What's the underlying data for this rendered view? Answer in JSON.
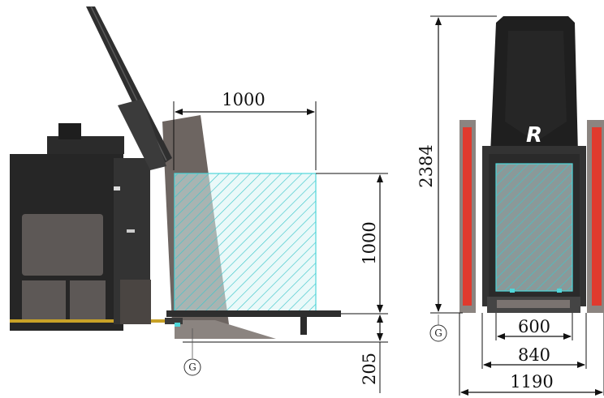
{
  "side_view": {
    "dim_width": "1000",
    "dim_height": "1000",
    "dim_base": "205",
    "ground_marker": "G"
  },
  "front_view": {
    "dim_total_height": "2384",
    "dim_inner": "600",
    "dim_mid": "840",
    "dim_outer": "1190",
    "ground_marker": "G",
    "logo_text": "R"
  },
  "colors": {
    "machine_dark": "#2b2b2b",
    "machine_body": "#3a3a3a",
    "panel_gray": "#5e5a57",
    "accent_red": "#e03a2e",
    "hatch_cyan": "#4fd6d9",
    "hatch_fill": "#c9f1f1"
  }
}
